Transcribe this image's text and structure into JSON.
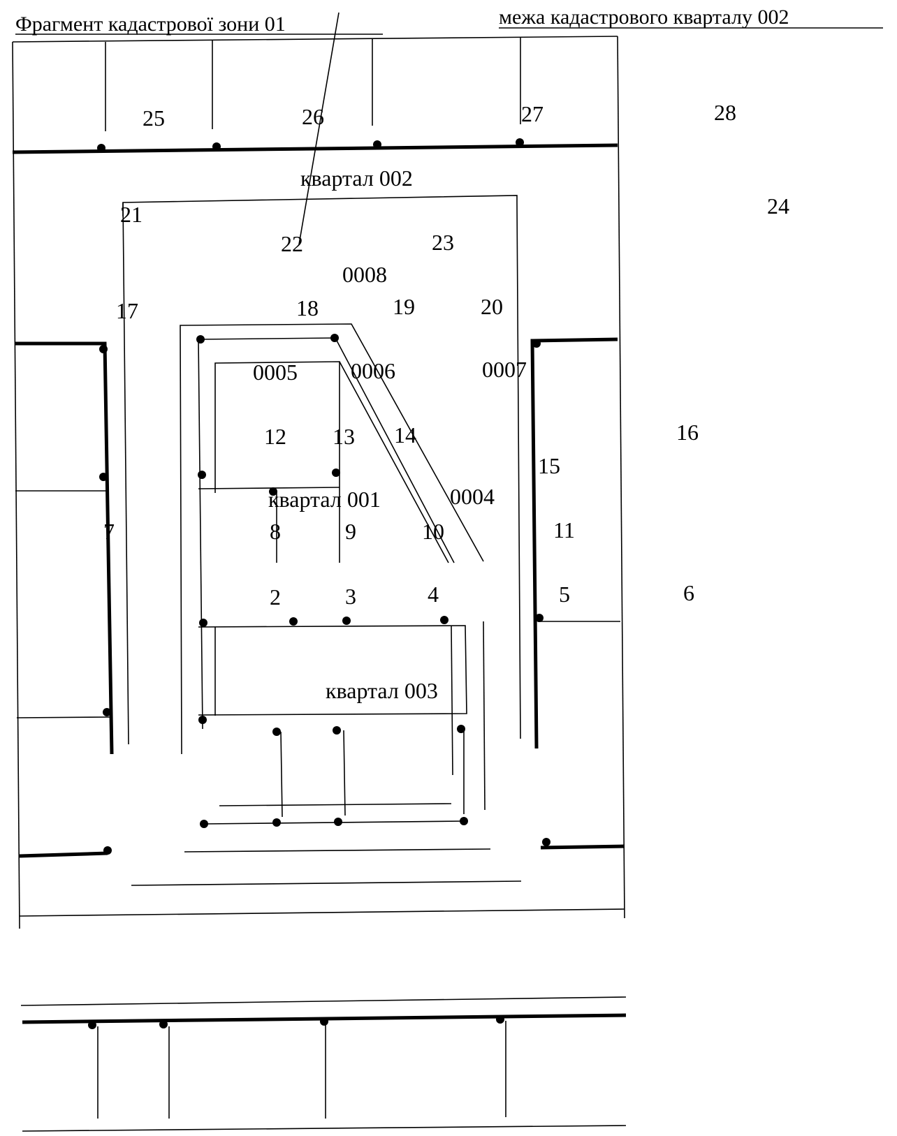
{
  "header": {
    "left_caption": "Фрагмент кадастрової зони 01",
    "right_caption": "межа кадастрового кварталу 002"
  },
  "blocks": {
    "b002": "квартал 002",
    "b001": "квартал 001",
    "b003": "квартал 003"
  },
  "parcels": {
    "p0008": "0008",
    "p0005": "0005",
    "p0006": "0006",
    "p0007": "0007",
    "p0004": "0004"
  },
  "points": {
    "n2": "2",
    "n3": "3",
    "n4": "4",
    "n5": "5",
    "n6": "6",
    "n7": "7",
    "n8": "8",
    "n9": "9",
    "n10": "10",
    "n11": "11",
    "n12": "12",
    "n13": "13",
    "n14": "14",
    "n15": "15",
    "n16": "16",
    "n17": "17",
    "n18": "18",
    "n19": "19",
    "n20": "20",
    "n21": "21",
    "n22": "22",
    "n23": "23",
    "n24": "24",
    "n25": "25",
    "n26": "26",
    "n27": "27",
    "n28": "28"
  }
}
